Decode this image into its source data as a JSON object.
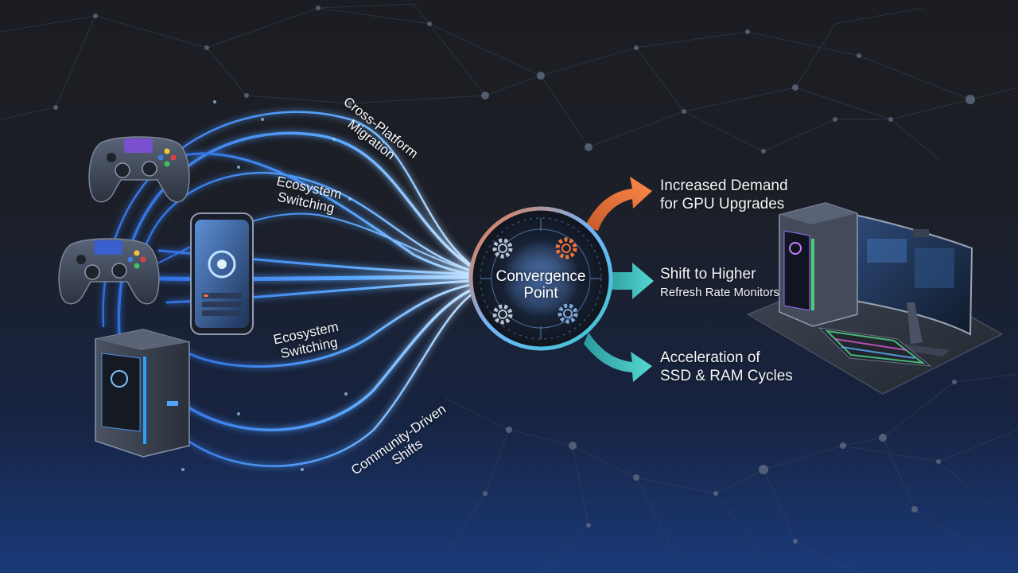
{
  "convergence": {
    "line1": "Convergence",
    "line2": "Point"
  },
  "paths": {
    "cross_platform": {
      "line1": "Cross-Platform",
      "line2": "Migration"
    },
    "ecosystem_top": {
      "line1": "Ecosystem",
      "line2": "Switching"
    },
    "ecosystem_bottom": {
      "line1": "Ecosystem",
      "line2": "Switching"
    },
    "community": {
      "line1": "Community-Driven",
      "line2": "Shifts"
    }
  },
  "outcomes": [
    {
      "line1": "Increased Demand",
      "line2": "for GPU Upgrades",
      "color": "#f0743a"
    },
    {
      "line1": "Shift to Higher",
      "line2": "Refresh Rate Monitors",
      "color": "#3cc6c6"
    },
    {
      "line1": "Acceleration of",
      "line2": "SSD & RAM Cycles",
      "color": "#28b8b8"
    }
  ],
  "colors": {
    "flow": "#3f8fff",
    "flow_glow": "#9fd4ff",
    "orange": "#f0743a",
    "teal": "#3cc6c6",
    "background_top": "#1c1d22",
    "background_bottom": "#1a3a7a"
  },
  "icons": [
    "gamepad-icon",
    "smartphone-icon",
    "desktop-tower-icon",
    "gear-icon",
    "gaming-setup-icon"
  ]
}
